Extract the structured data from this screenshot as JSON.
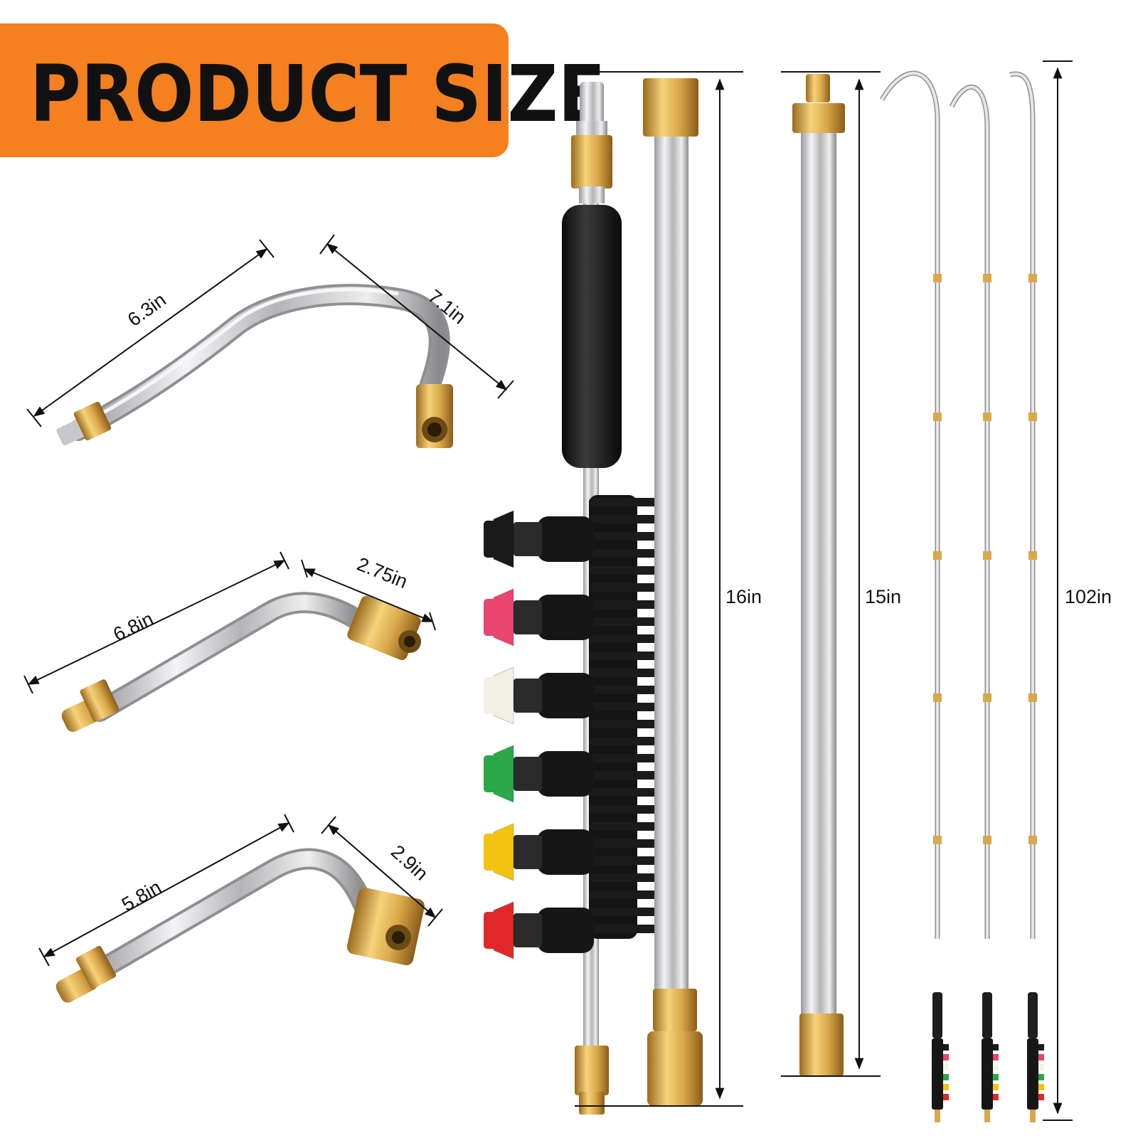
{
  "banner": {
    "title": "PRODUCT SIZE",
    "bg_color": "#f4801f",
    "text_color": "#111111"
  },
  "dimensions": {
    "tip_curved": {
      "long": "6.3in",
      "short": "7.1in"
    },
    "tip_45": {
      "long": "6.8in",
      "short": "2.75in"
    },
    "tip_90": {
      "long": "5.8in",
      "short": "2.9in"
    },
    "wand_main": "16in",
    "extension": "15in",
    "assembled": "102in"
  },
  "nozzles": [
    {
      "color": "#1a1a1a",
      "icon": "black-nozzle-tip"
    },
    {
      "color": "#e8456f",
      "icon": "pink-nozzle-tip"
    },
    {
      "color": "#f2f0e6",
      "icon": "white-nozzle-tip"
    },
    {
      "color": "#2aa84a",
      "icon": "green-nozzle-tip"
    },
    {
      "color": "#f2c40f",
      "icon": "yellow-nozzle-tip"
    },
    {
      "color": "#e02828",
      "icon": "red-nozzle-tip"
    }
  ],
  "colors": {
    "steel": "#d6d6d8",
    "brass": "#d9a84a",
    "rubber": "#1e1e1e"
  }
}
